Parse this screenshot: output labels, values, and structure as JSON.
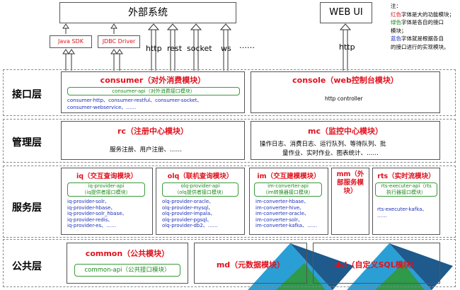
{
  "external": {
    "system": "外部系统",
    "webui": "WEB UI",
    "java_sdk": "Java SDK",
    "jdbc_driver": "JDBC Driver",
    "protocols": [
      "http",
      "rest",
      "socket",
      "ws",
      "……"
    ],
    "webui_protocol": "http"
  },
  "notes": {
    "heading": "注：",
    "red_line": {
      "colored": "红色",
      "rest": "字体是大的功能模块；"
    },
    "green_line": {
      "colored": "绿色",
      "rest1": "字体是各自的接口",
      "rest2": "模块；"
    },
    "blue_line": {
      "colored": "蓝色",
      "rest1": "字体就是根据各自",
      "rest2": "的接口进行的实现模块。"
    }
  },
  "layers": {
    "interface": "接口层",
    "management": "管理层",
    "service": "服务层",
    "common": "公共层"
  },
  "interface_layer": {
    "consumer": {
      "title": "consumer（对外消费模块）",
      "api": "consumer-api（对外消费接口模块）",
      "impl1": "consumer-http、consumer-restful、consumer-socket、",
      "impl2": "consumer-webservice、……"
    },
    "console": {
      "title": "console（web控制台模块）",
      "impl": "http controller"
    }
  },
  "management_layer": {
    "rc": {
      "title": "rc（注册中心模块）",
      "desc": "服务注册、用户注册、……"
    },
    "mc": {
      "title": "mc（监控中心模块）",
      "desc1": "操作日志、消费日志、运行队列、等待队列、批",
      "desc2": "量作业、实时作业、图表统计、……"
    }
  },
  "service_layer": {
    "iq": {
      "title": "iq（交互查询模块）",
      "api1": "iq-provider-api",
      "api2": "（iq提供者接口模块）",
      "impls": [
        "iq-provider-solr、",
        "iq-provider-hbase、",
        "iq-provider-solr_hbase、",
        "iq-provider-redis、",
        "iq-provider-es、……"
      ]
    },
    "olq": {
      "title": "olq（联机查询模块）",
      "api1": "olq-provider-api",
      "api2": "（olq提供者接口模块）",
      "impls": [
        "olq-provider-oracle、",
        "olq-provider-mysql、",
        "olq-provider-impala、",
        "olq-provider-pgsql、",
        "olq-provider-db2、……"
      ]
    },
    "im": {
      "title": "im（交互建模模块）",
      "api1": "im-converter-api",
      "api2": "（im转换器接口模块）",
      "impls": [
        "im-converter-hbase、",
        "im-converter-hive、",
        "im-converter-oracle、",
        "im-converter-solr、",
        "im-converter-kafka、……"
      ]
    },
    "mm": {
      "title": [
        "mm（外",
        "部服务模",
        "块）"
      ]
    },
    "rts": {
      "title": "rts（实时流模块）",
      "api1": "rts-executer-api（rts",
      "api2": "执行器接口模块）",
      "impls": [
        "rts-executer-kafka、",
        "……"
      ]
    }
  },
  "common_layer": {
    "common": {
      "title": "common（公共模块）",
      "api": "common-api（公共接口模块）"
    },
    "md": {
      "title": "md（元数据模块）"
    },
    "dsl": {
      "title": "dsl（自定义SQL模块）"
    }
  },
  "colors": {
    "red": "#e0121e",
    "green": "#1a8a1a",
    "blue": "#1b2fb8",
    "logo_light": "#2a9fd6",
    "logo_dark": "#1e5a8c",
    "logo_green": "#2e9a4a"
  }
}
